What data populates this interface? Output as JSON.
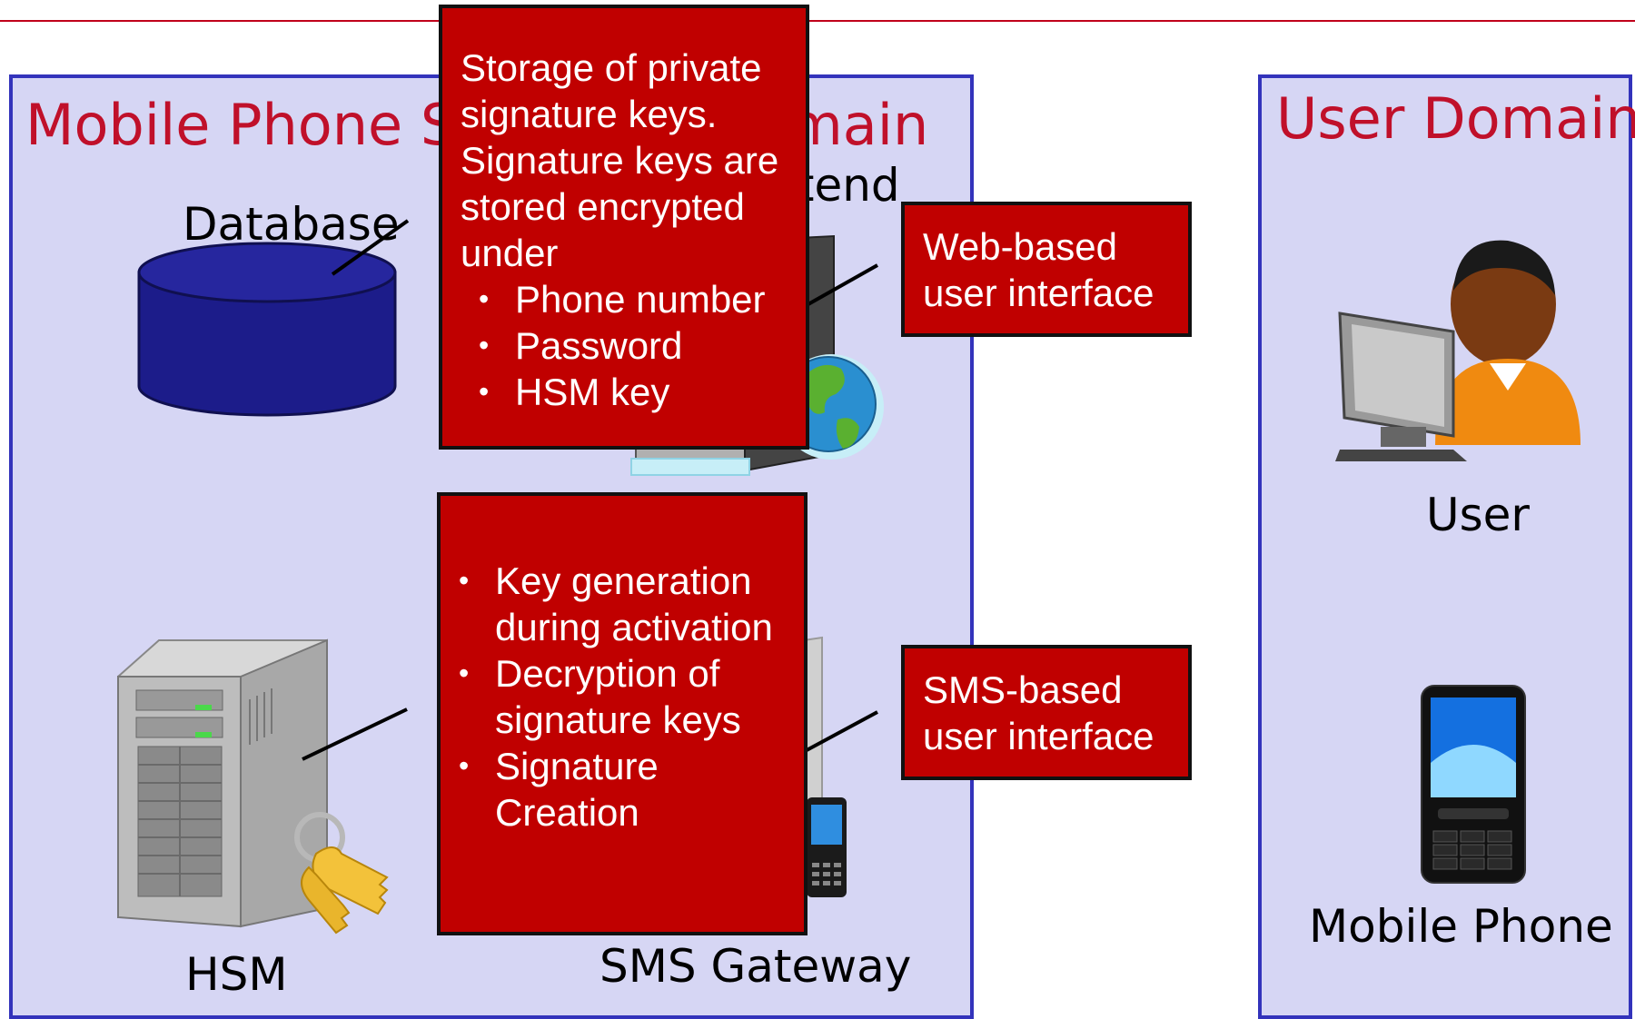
{
  "left_domain": {
    "title": "Mobile Phone Signature Domain"
  },
  "right_domain": {
    "title": "User Domain"
  },
  "components": {
    "database": "Database",
    "frontend": "Frontend",
    "hsm": "HSM",
    "sms_gateway": "SMS Gateway",
    "user": "User",
    "mobile_phone": "Mobile Phone"
  },
  "callouts": {
    "database_note": {
      "intro": [
        "Storage of private",
        "signature keys.",
        "Signature keys are",
        "stored encrypted",
        "under"
      ],
      "bullets": [
        "Phone number",
        "Password",
        "HSM key"
      ]
    },
    "hsm_note": {
      "bullets": [
        "Key generation during activation",
        "Decryption of signature keys",
        "Signature Creation"
      ]
    },
    "web_ui": [
      "Web-based",
      "user interface"
    ],
    "sms_ui": [
      "SMS-based",
      "user interface"
    ]
  },
  "colors": {
    "accent_red": "#c00000",
    "title_red": "#c0102a",
    "domain_fill": "#d6d6f4",
    "domain_border": "#3333bb"
  },
  "icons": [
    "database-icon",
    "web-server-icon",
    "globe-icon",
    "hsm-server-icon",
    "keys-icon",
    "sms-gateway-icon",
    "user-computer-icon",
    "mobile-phone-icon"
  ]
}
